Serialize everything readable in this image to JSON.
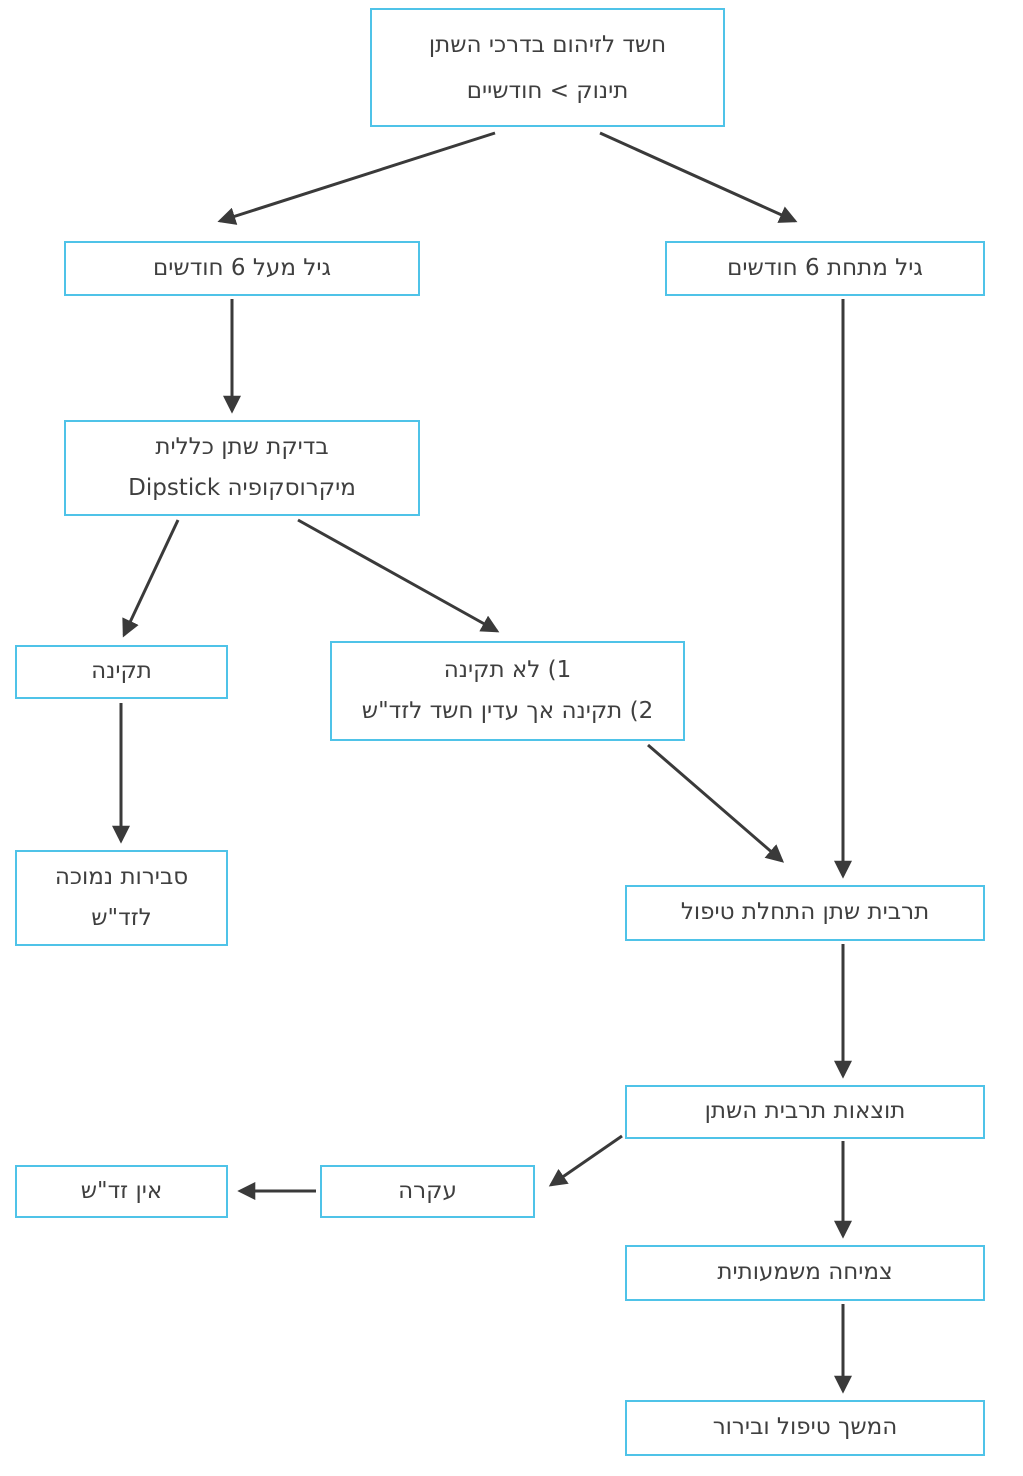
{
  "colors": {
    "box_border": "#4fc3e8",
    "text_color": "#3f3f3f",
    "arrow_color": "#3a3a3a"
  },
  "nodes": {
    "suspected_uti": {
      "lines": [
        "חשד לזיהום בדרכי השתן",
        "תינוק > חודשיים"
      ]
    },
    "age_over_6m": {
      "label": "גיל מעל 6 חודשים"
    },
    "age_under_6m": {
      "label": "גיל מתחת 6 חודשים"
    },
    "urinalysis": {
      "lines": [
        "בדיקת שתן כללית",
        "מיקרוסקופיה Dipstick"
      ]
    },
    "normal": {
      "label": "תקינה"
    },
    "abnormal": {
      "lines": [
        "1) לא תקינה",
        "2) תקינה אך עדין חשד לזד\"ש"
      ]
    },
    "low_probability": {
      "lines": [
        "סבירות נמוכה",
        "לזד\"ש"
      ]
    },
    "urine_culture": {
      "label": "תרבית שתן התחלת טיפול"
    },
    "culture_results": {
      "label": "תוצאות תרבית השתן"
    },
    "sterile": {
      "label": "עקרה"
    },
    "no_uti": {
      "label": "אין זד\"ש"
    },
    "significant_growth": {
      "label": "צמיחה משמעותית"
    },
    "continue_treatment": {
      "label": "המשך טיפול ובירור"
    }
  }
}
